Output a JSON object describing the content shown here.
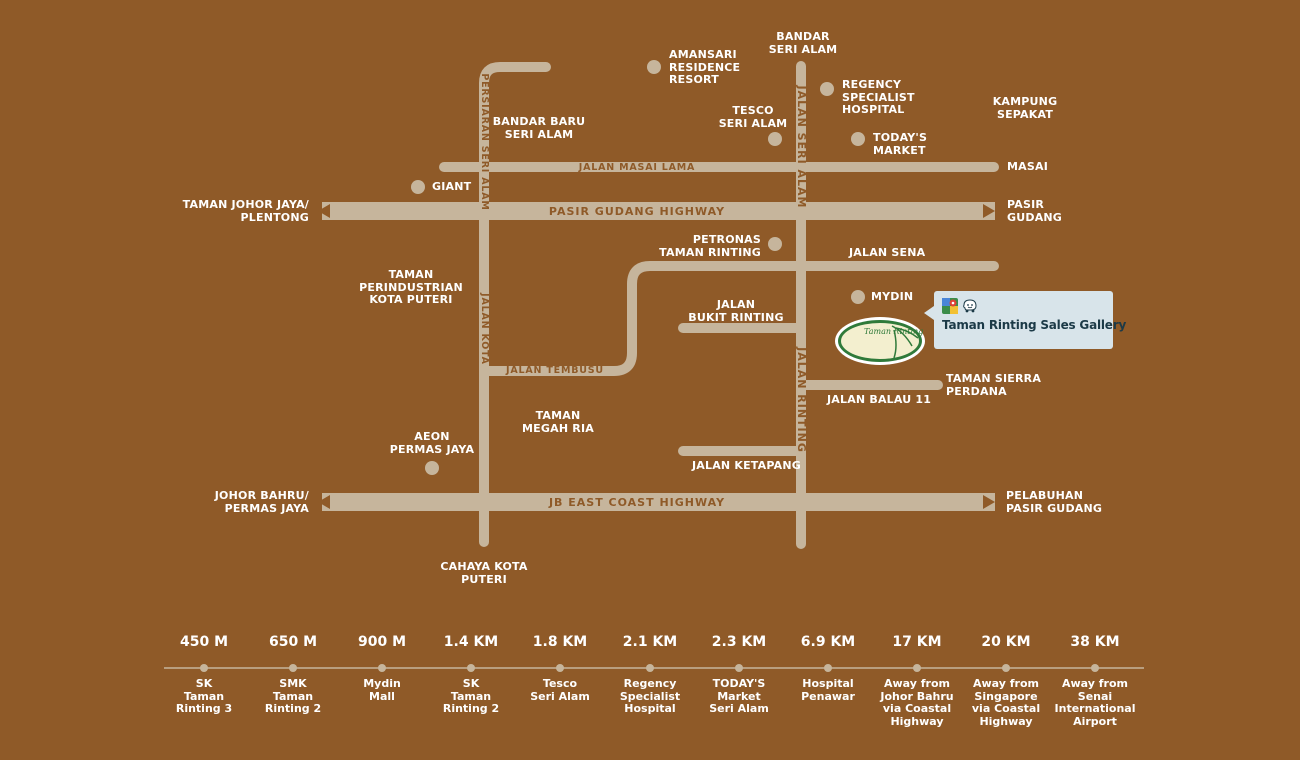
{
  "colors": {
    "background": "#8f5a28",
    "road": "#c6b59c",
    "text": "#ffffff",
    "callout": "#d8e4ea"
  },
  "places": [
    {
      "id": "amansari",
      "text": "AMANSARI\nRESIDENCE\nRESORT"
    },
    {
      "id": "bandar_seri_alam",
      "text": "BANDAR\nSERI ALAM"
    },
    {
      "id": "regency",
      "text": "REGENCY\nSPECIALIST\nHOSPITAL"
    },
    {
      "id": "kampung_sepakat",
      "text": "KAMPUNG\nSEPAKAT"
    },
    {
      "id": "bandar_baru",
      "text": "BANDAR BARU\nSERI ALAM"
    },
    {
      "id": "tesco",
      "text": "TESCO\nSERI ALAM"
    },
    {
      "id": "todays",
      "text": "TODAY'S\nMARKET"
    },
    {
      "id": "masai",
      "text": "MASAI"
    },
    {
      "id": "giant",
      "text": "GIANT"
    },
    {
      "id": "johor_jaya",
      "text": "TAMAN JOHOR JAYA/\nPLENTONG"
    },
    {
      "id": "pasir_gudang",
      "text": "PASIR\nGUDANG"
    },
    {
      "id": "petronas",
      "text": "PETRONAS\nTAMAN RINTING"
    },
    {
      "id": "jalan_sena",
      "text": "JALAN SENA"
    },
    {
      "id": "perindustrian",
      "text": "TAMAN\nPERINDUSTRIAN\nKOTA PUTERI"
    },
    {
      "id": "mydin",
      "text": "MYDIN"
    },
    {
      "id": "bukit_rinting",
      "text": "JALAN\nBUKIT RINTING"
    },
    {
      "id": "sierra",
      "text": "TAMAN SIERRA\nPERDANA"
    },
    {
      "id": "balau",
      "text": "JALAN BALAU 11"
    },
    {
      "id": "megah_ria",
      "text": "TAMAN\nMEGAH RIA"
    },
    {
      "id": "aeon",
      "text": "AEON\nPERMAS JAYA"
    },
    {
      "id": "ketapang",
      "text": "JALAN KETAPANG"
    },
    {
      "id": "jb_permas",
      "text": "JOHOR BAHRU/\nPERMAS JAYA"
    },
    {
      "id": "pelabuhan",
      "text": "PELABUHAN\nPASIR GUDANG"
    },
    {
      "id": "cahaya",
      "text": "CAHAYA KOTA\nPUTERI"
    }
  ],
  "roads": {
    "persiaran_seri_alam": "PERSIARAN SERI ALAM",
    "jalan_masai_lama": "JALAN MASAI LAMA",
    "jalan_seri_alam": "JALAN SERI ALAM",
    "pasir_gudang_highway": "PASIR GUDANG HIGHWAY",
    "jalan_kota": "JALAN KOTA",
    "jalan_tembusu": "JALAN TEMBUSU",
    "jalan_rinting": "JALAN RINTING",
    "jb_east_coast_highway": "JB EAST COAST HIGHWAY"
  },
  "callout": {
    "title": "Taman Rinting Sales Gallery",
    "icons": [
      "google-maps-icon",
      "waze-icon"
    ]
  },
  "logo": {
    "text": "Taman Rinting"
  },
  "distances": [
    {
      "distance": "450 M",
      "label": "SK\nTaman\nRinting 3"
    },
    {
      "distance": "650 M",
      "label": "SMK\nTaman\nRinting 2"
    },
    {
      "distance": "900 M",
      "label": "Mydin\nMall"
    },
    {
      "distance": "1.4 KM",
      "label": "SK\nTaman\nRinting 2"
    },
    {
      "distance": "1.8 KM",
      "label": "Tesco\nSeri Alam"
    },
    {
      "distance": "2.1 KM",
      "label": "Regency\nSpecialist\nHospital"
    },
    {
      "distance": "2.3 KM",
      "label": "TODAY'S\nMarket\nSeri Alam"
    },
    {
      "distance": "6.9 KM",
      "label": "Hospital\nPenawar"
    },
    {
      "distance": "17 KM",
      "label": "Away from\nJohor Bahru\nvia Coastal\nHighway"
    },
    {
      "distance": "20 KM",
      "label": "Away from\nSingapore\nvia Coastal\nHighway"
    },
    {
      "distance": "38 KM",
      "label": "Away from\nSenai\nInternational\nAirport"
    }
  ]
}
